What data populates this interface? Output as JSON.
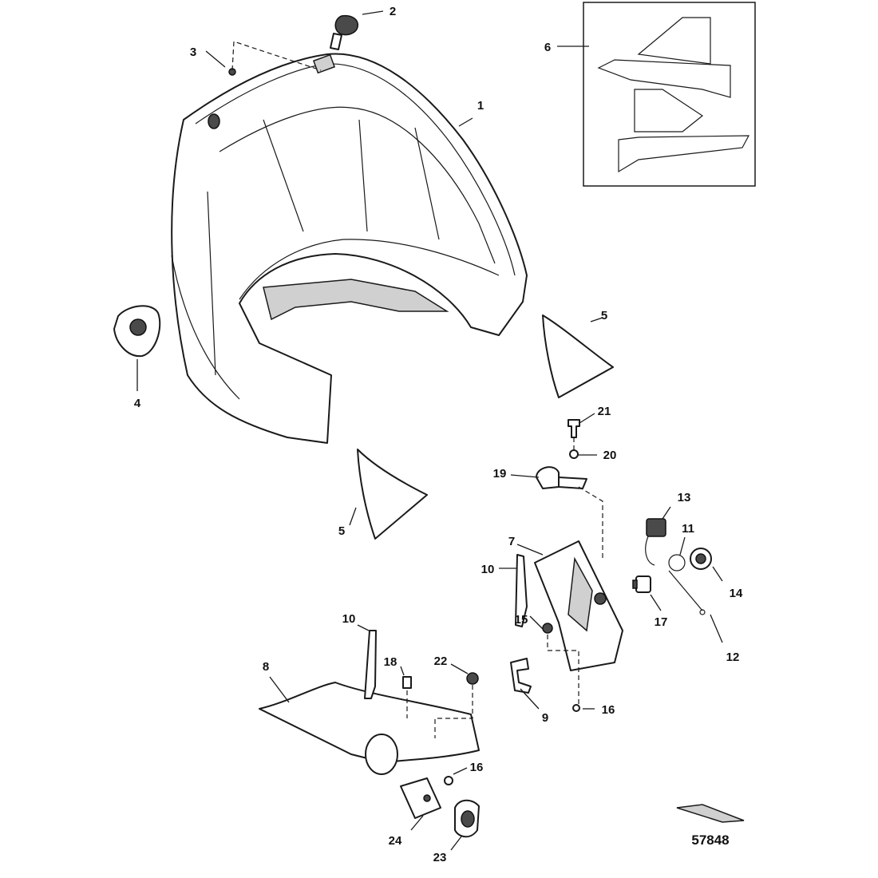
{
  "callouts": {
    "c1": "1",
    "c2": "2",
    "c3": "3",
    "c4": "4",
    "c5a": "5",
    "c5b": "5",
    "c6": "6",
    "c7": "7",
    "c8": "8",
    "c9": "9",
    "c10a": "10",
    "c10b": "10",
    "c11": "11",
    "c12": "12",
    "c13": "13",
    "c14": "14",
    "c15": "15",
    "c16a": "16",
    "c16b": "16",
    "c17": "17",
    "c18": "18",
    "c19": "19",
    "c20": "20",
    "c21": "21",
    "c22": "22",
    "c23": "23",
    "c24": "24"
  },
  "reference_number": "57848"
}
